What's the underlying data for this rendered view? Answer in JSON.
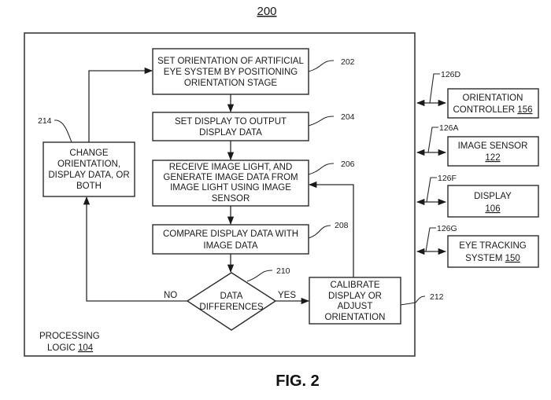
{
  "figure": {
    "number_label": "200",
    "caption": "FIG. 2"
  },
  "processing_logic": {
    "label_line1": "PROCESSING",
    "label_line2_prefix": "LOGIC ",
    "label_ref": "104"
  },
  "steps": [
    {
      "id": "202",
      "lines": [
        "SET ORIENTATION OF ARTIFICIAL",
        "EYE SYSTEM BY POSITIONING",
        "ORIENTATION STAGE"
      ]
    },
    {
      "id": "204",
      "lines": [
        "SET DISPLAY TO OUTPUT",
        "DISPLAY DATA"
      ]
    },
    {
      "id": "206",
      "lines": [
        "RECEIVE IMAGE LIGHT, AND",
        "GENERATE IMAGE DATA FROM",
        "IMAGE LIGHT USING IMAGE",
        "SENSOR"
      ]
    },
    {
      "id": "208",
      "lines": [
        "COMPARE DISPLAY DATA WITH",
        "IMAGE DATA"
      ]
    },
    {
      "id": "210",
      "lines": [
        "DATA",
        "DIFFERENCES"
      ]
    },
    {
      "id": "212",
      "lines": [
        "CALIBRATE",
        "DISPLAY OR",
        "ADJUST",
        "ORIENTATION"
      ]
    },
    {
      "id": "214",
      "lines": [
        "CHANGE",
        "ORIENTATION,",
        "DISPLAY DATA, OR",
        "BOTH"
      ]
    }
  ],
  "branches": {
    "no": "NO",
    "yes": "YES"
  },
  "peripherals": [
    {
      "bus": "126D",
      "line1": "ORIENTATION",
      "line2_prefix": "CONTROLLER ",
      "ref": "156"
    },
    {
      "bus": "126A",
      "line1": "IMAGE SENSOR",
      "line2_prefix": "",
      "ref": "122"
    },
    {
      "bus": "126F",
      "line1": "DISPLAY",
      "line2_prefix": "",
      "ref": "106"
    },
    {
      "bus": "126G",
      "line1": "EYE TRACKING",
      "line2_prefix": "SYSTEM ",
      "ref": "150"
    }
  ]
}
